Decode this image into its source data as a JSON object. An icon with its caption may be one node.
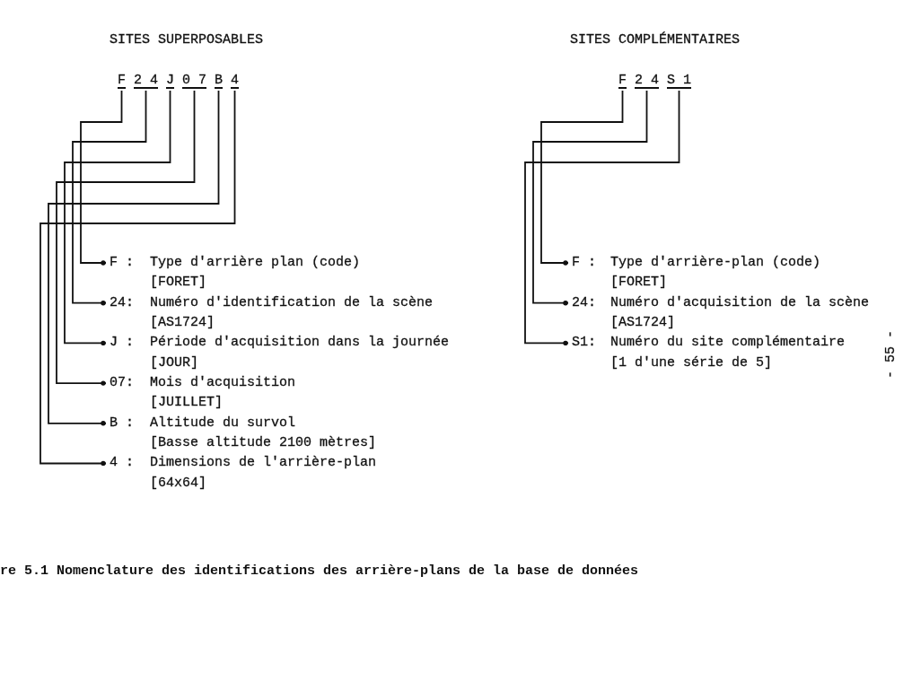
{
  "diagram": {
    "caption": "re 5.1 Nomenclature des identifications des arrière-plans de la base de données",
    "nodes": [
      {
        "text": [
          "F"
        ]
      },
      {
        "text": [
          "2 4"
        ]
      },
      {
        "text": [
          "J"
        ]
      },
      {
        "text": [
          "0 7"
        ]
      },
      {
        "text": [
          "B"
        ]
      },
      {
        "text": [
          "4"
        ]
      },
      {
        "text": [
          "F :",
          "Type d'arrière plan (code)",
          "[FORET]"
        ]
      },
      {
        "text": [
          "24:",
          "Numéro d'identification de la scène",
          "[AS1724]"
        ]
      },
      {
        "text": [
          "J :",
          "Période d'acquisition dans la journée",
          "[JOUR]"
        ]
      },
      {
        "text": [
          "07:",
          "Mois d'acquisition",
          "[JUILLET]"
        ]
      },
      {
        "text": [
          "B :",
          "Altitude du survol",
          "[Basse altitude 2100 mètres]"
        ]
      },
      {
        "text": [
          "4 :",
          "Dimensions de l'arrière-plan",
          "[64x64]"
        ]
      },
      {
        "text": [
          "F"
        ]
      },
      {
        "text": [
          "2 4"
        ]
      },
      {
        "text": [
          "S 1"
        ]
      },
      {
        "text": [
          "F :",
          "Type d'arrière-plan (code)",
          "[FORET]"
        ]
      },
      {
        "text": [
          "24:",
          "Numéro d'acquisition de la scène",
          "[AS1724]"
        ]
      },
      {
        "text": [
          "S1:",
          "Numéro du site complémentaire",
          "[1 d'une série de 5]"
        ]
      }
    ],
    "edges": [
      {
        "from": 0,
        "to": 6,
        "arrow": "other"
      },
      {
        "from": 1,
        "to": 7,
        "arrow": "other"
      },
      {
        "from": 2,
        "to": 8,
        "arrow": "other"
      },
      {
        "from": 3,
        "to": 9,
        "arrow": "other"
      },
      {
        "from": 4,
        "to": 10,
        "arrow": "other"
      },
      {
        "from": 5,
        "to": 11,
        "arrow": "other"
      },
      {
        "from": 12,
        "to": 15,
        "arrow": "other"
      },
      {
        "from": 13,
        "to": 16,
        "arrow": "other"
      },
      {
        "from": 14,
        "to": 17,
        "arrow": "other"
      }
    ],
    "labels": [
      "SITES SUPERPOSABLES",
      "SITES COMPLÉMENTAIRES",
      "- 55 -"
    ]
  }
}
